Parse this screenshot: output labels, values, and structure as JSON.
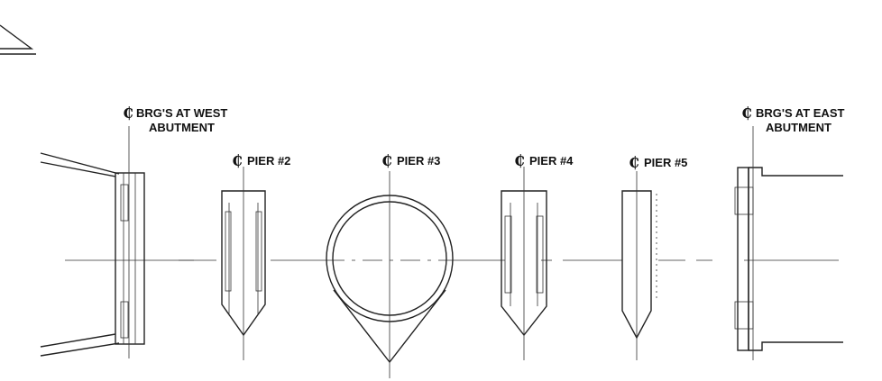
{
  "labels": {
    "west_line1": "BRG'S AT WEST",
    "west_line2": "ABUTMENT",
    "pier2": "PIER #2",
    "pier3": "PIER #3",
    "pier4": "PIER #4",
    "pier5": "PIER #5",
    "east_line1": "BRG'S AT EAST",
    "east_line2": "ABUTMENT",
    "cl_symbol": "₵"
  },
  "icons": {
    "north": "north-arrow-icon"
  },
  "colors": {
    "line": "#222222",
    "background": "#ffffff"
  }
}
